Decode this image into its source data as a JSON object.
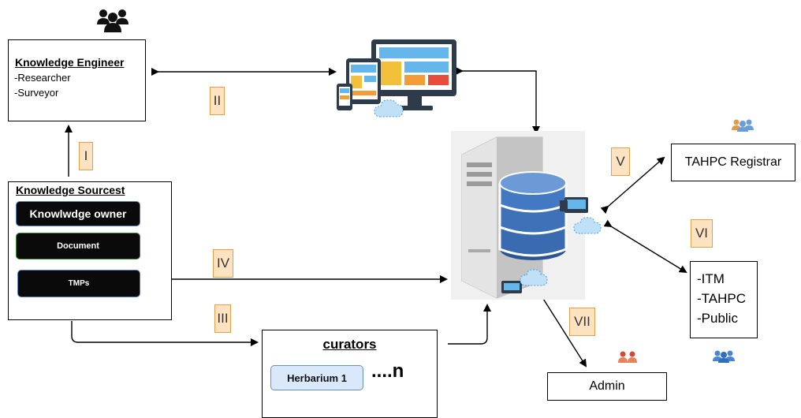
{
  "knowledge_engineer": {
    "title": "Knowledge Engineer",
    "items": [
      "-Researcher",
      "-Surveyor"
    ]
  },
  "knowledge_sources": {
    "title": "Knowledge Sourcest",
    "items": [
      "Knowlwdge owner",
      "Document",
      "TMPs"
    ]
  },
  "curators": {
    "title": "curators",
    "chip": "Herbarium 1",
    "suffix": "....n"
  },
  "registrar": {
    "label": "TAHPC Registrar"
  },
  "users": {
    "items": [
      "-ITM",
      "-TAHPC",
      "-Public"
    ]
  },
  "admin": {
    "label": "Admin"
  },
  "flow_labels": [
    "I",
    "II",
    "III",
    "IV",
    "V",
    "VI",
    "VII"
  ],
  "icons": [
    "users-group-icon",
    "devices-icon",
    "server-database-icon",
    "cloud-icon"
  ],
  "colors": {
    "tag_fill": "#fde3c2",
    "tag_border": "#e3a04a",
    "chip_fill": "#dae8fc",
    "chip_border": "#6c8ebf",
    "db_blue": "#2f5f9e",
    "pill_green_border": "#3b8a3b",
    "pill_blue_border": "#5b7fb8"
  }
}
